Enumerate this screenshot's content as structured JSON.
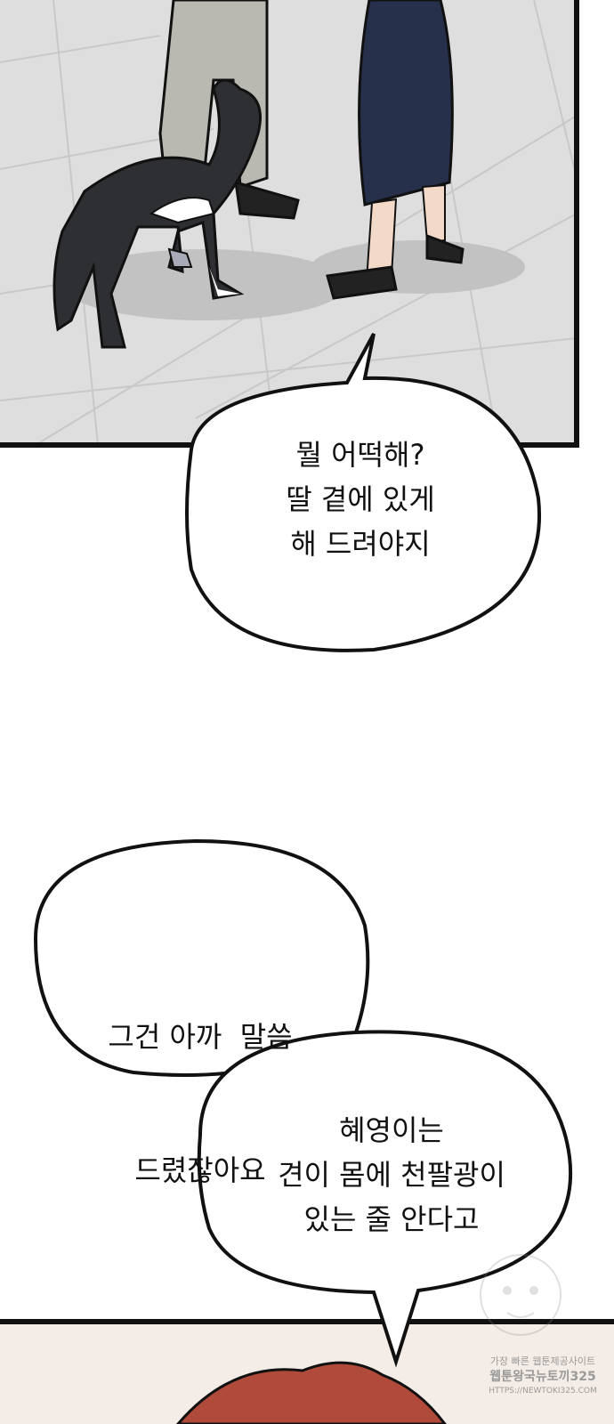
{
  "panel_top": {
    "description_icons": [
      "dog-figure",
      "person-legs-left",
      "person-legs-right"
    ]
  },
  "bubbles": [
    {
      "id": "bubble-1",
      "lines": [
        "뭘 어떡해?",
        "딸 곁에 있게",
        "해 드려야지"
      ]
    },
    {
      "id": "bubble-2",
      "lines": [
        "그건 아까  말씀",
        "드렸잖아요"
      ]
    },
    {
      "id": "bubble-3",
      "lines": [
        "혜영이는",
        "견이 몸에 천팔광이",
        "있는 줄 안다고"
      ]
    }
  ],
  "watermark": {
    "line1": "가장 빠른 웹툰제공사이트",
    "line2": "웹툰왕국뉴토끼325",
    "line3": "HTTPS://NEWTOKI325.COM"
  },
  "colors": {
    "floor": "#dcdcdc",
    "tile_line": "#c4c4c4",
    "dog_dark": "#2e2f33",
    "skirt": "#26304a",
    "pants": "#b9b9b2",
    "hair": "#b04a3a"
  }
}
